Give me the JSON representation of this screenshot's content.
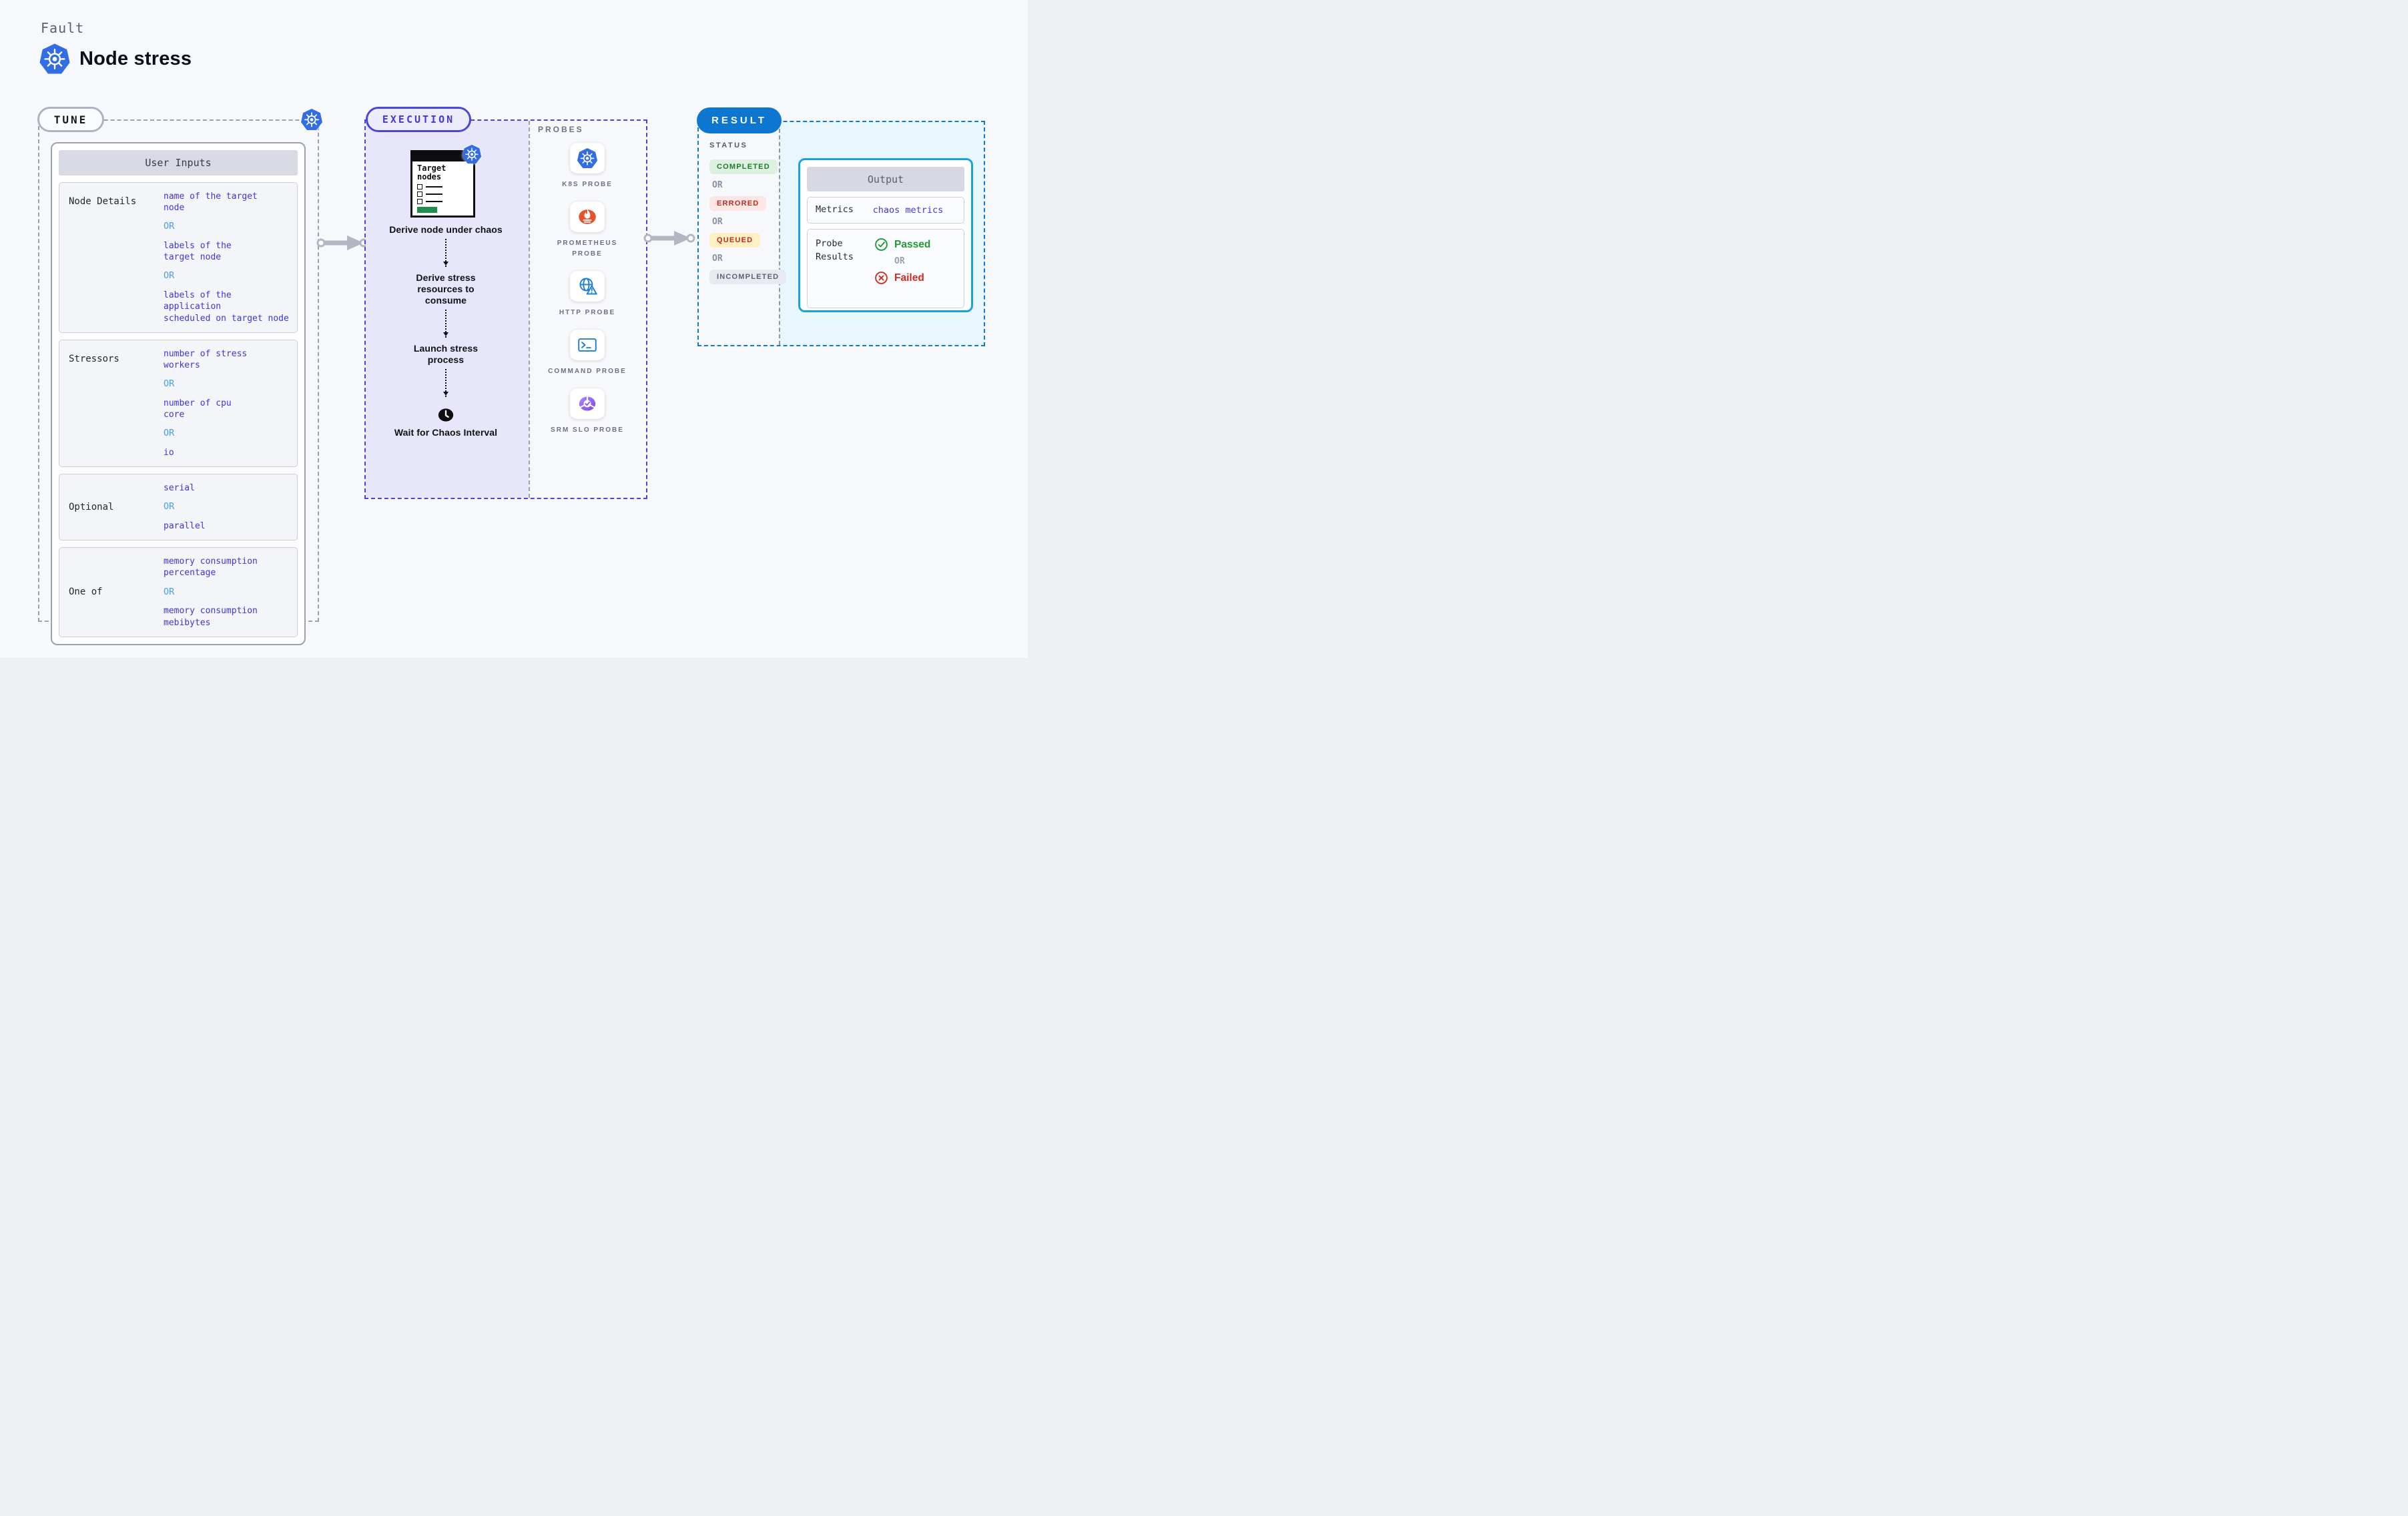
{
  "header": {
    "kicker": "Fault",
    "title": "Node stress"
  },
  "tune": {
    "badge": "TUNE",
    "table_title": "User Inputs",
    "or_label": "OR",
    "rows": [
      {
        "label": "Node Details",
        "values": [
          "name of the target\nnode",
          "labels of the\ntarget node",
          "labels of the application\n scheduled on target node"
        ]
      },
      {
        "label": "Stressors",
        "values": [
          "number of stress\nworkers",
          "number of cpu\ncore",
          "io"
        ]
      },
      {
        "label": "Optional",
        "values": [
          "serial",
          "parallel"
        ]
      },
      {
        "label": "One of",
        "values": [
          "memory consumption\npercentage",
          "memory consumption\nmebibytes"
        ]
      }
    ]
  },
  "execution": {
    "badge": "EXECUTION",
    "target_card": {
      "title": "Target\nnodes"
    },
    "steps": [
      "Derive node under chaos",
      "Derive stress resources to consume",
      "Launch stress process",
      "Wait for Chaos Interval"
    ]
  },
  "probes": {
    "label": "PROBES",
    "items": [
      {
        "name": "K8S PROBE",
        "icon": "k8s"
      },
      {
        "name": "PROMETHEUS PROBE",
        "icon": "prometheus"
      },
      {
        "name": "HTTP PROBE",
        "icon": "http"
      },
      {
        "name": "COMMAND PROBE",
        "icon": "command"
      },
      {
        "name": "SRM SLO PROBE",
        "icon": "srm"
      }
    ]
  },
  "result": {
    "badge": "RESULT",
    "status_label": "STATUS",
    "or_label": "OR",
    "statuses": [
      {
        "label": "COMPLETED",
        "fg": "#1a7e2c",
        "bg": "#def0e0"
      },
      {
        "label": "ERRORED",
        "fg": "#c5271c",
        "bg": "#fbe8e6"
      },
      {
        "label": "QUEUED",
        "fg": "#c5271c",
        "bg": "#fdf0c5"
      },
      {
        "label": "INCOMPLETED",
        "fg": "#5d6173",
        "bg": "#e9eaf0"
      }
    ],
    "output": {
      "title": "Output",
      "metrics_label": "Metrics",
      "metrics_value": "chaos metrics",
      "probe_results_label": "Probe Results",
      "passed_label": "Passed",
      "failed_label": "Failed"
    }
  },
  "colors": {
    "page_bg": "#f7f8fb",
    "tune_dash": "#9ba1ad",
    "execution_accent": "#4a45da",
    "execution_fill": "#e7e6fa",
    "result_accent": "#0d76d1",
    "result_fill": "#e8f6fd",
    "output_border": "#16a3df",
    "value_indigo": "#3e35dd",
    "or_blue": "#4b9ce8",
    "passed_green": "#1d9b31",
    "failed_red": "#d22b1e",
    "kubernetes_blue": "#326de6",
    "prometheus_orange": "#e6522c",
    "arrow_gray": "#b3b6c4"
  }
}
